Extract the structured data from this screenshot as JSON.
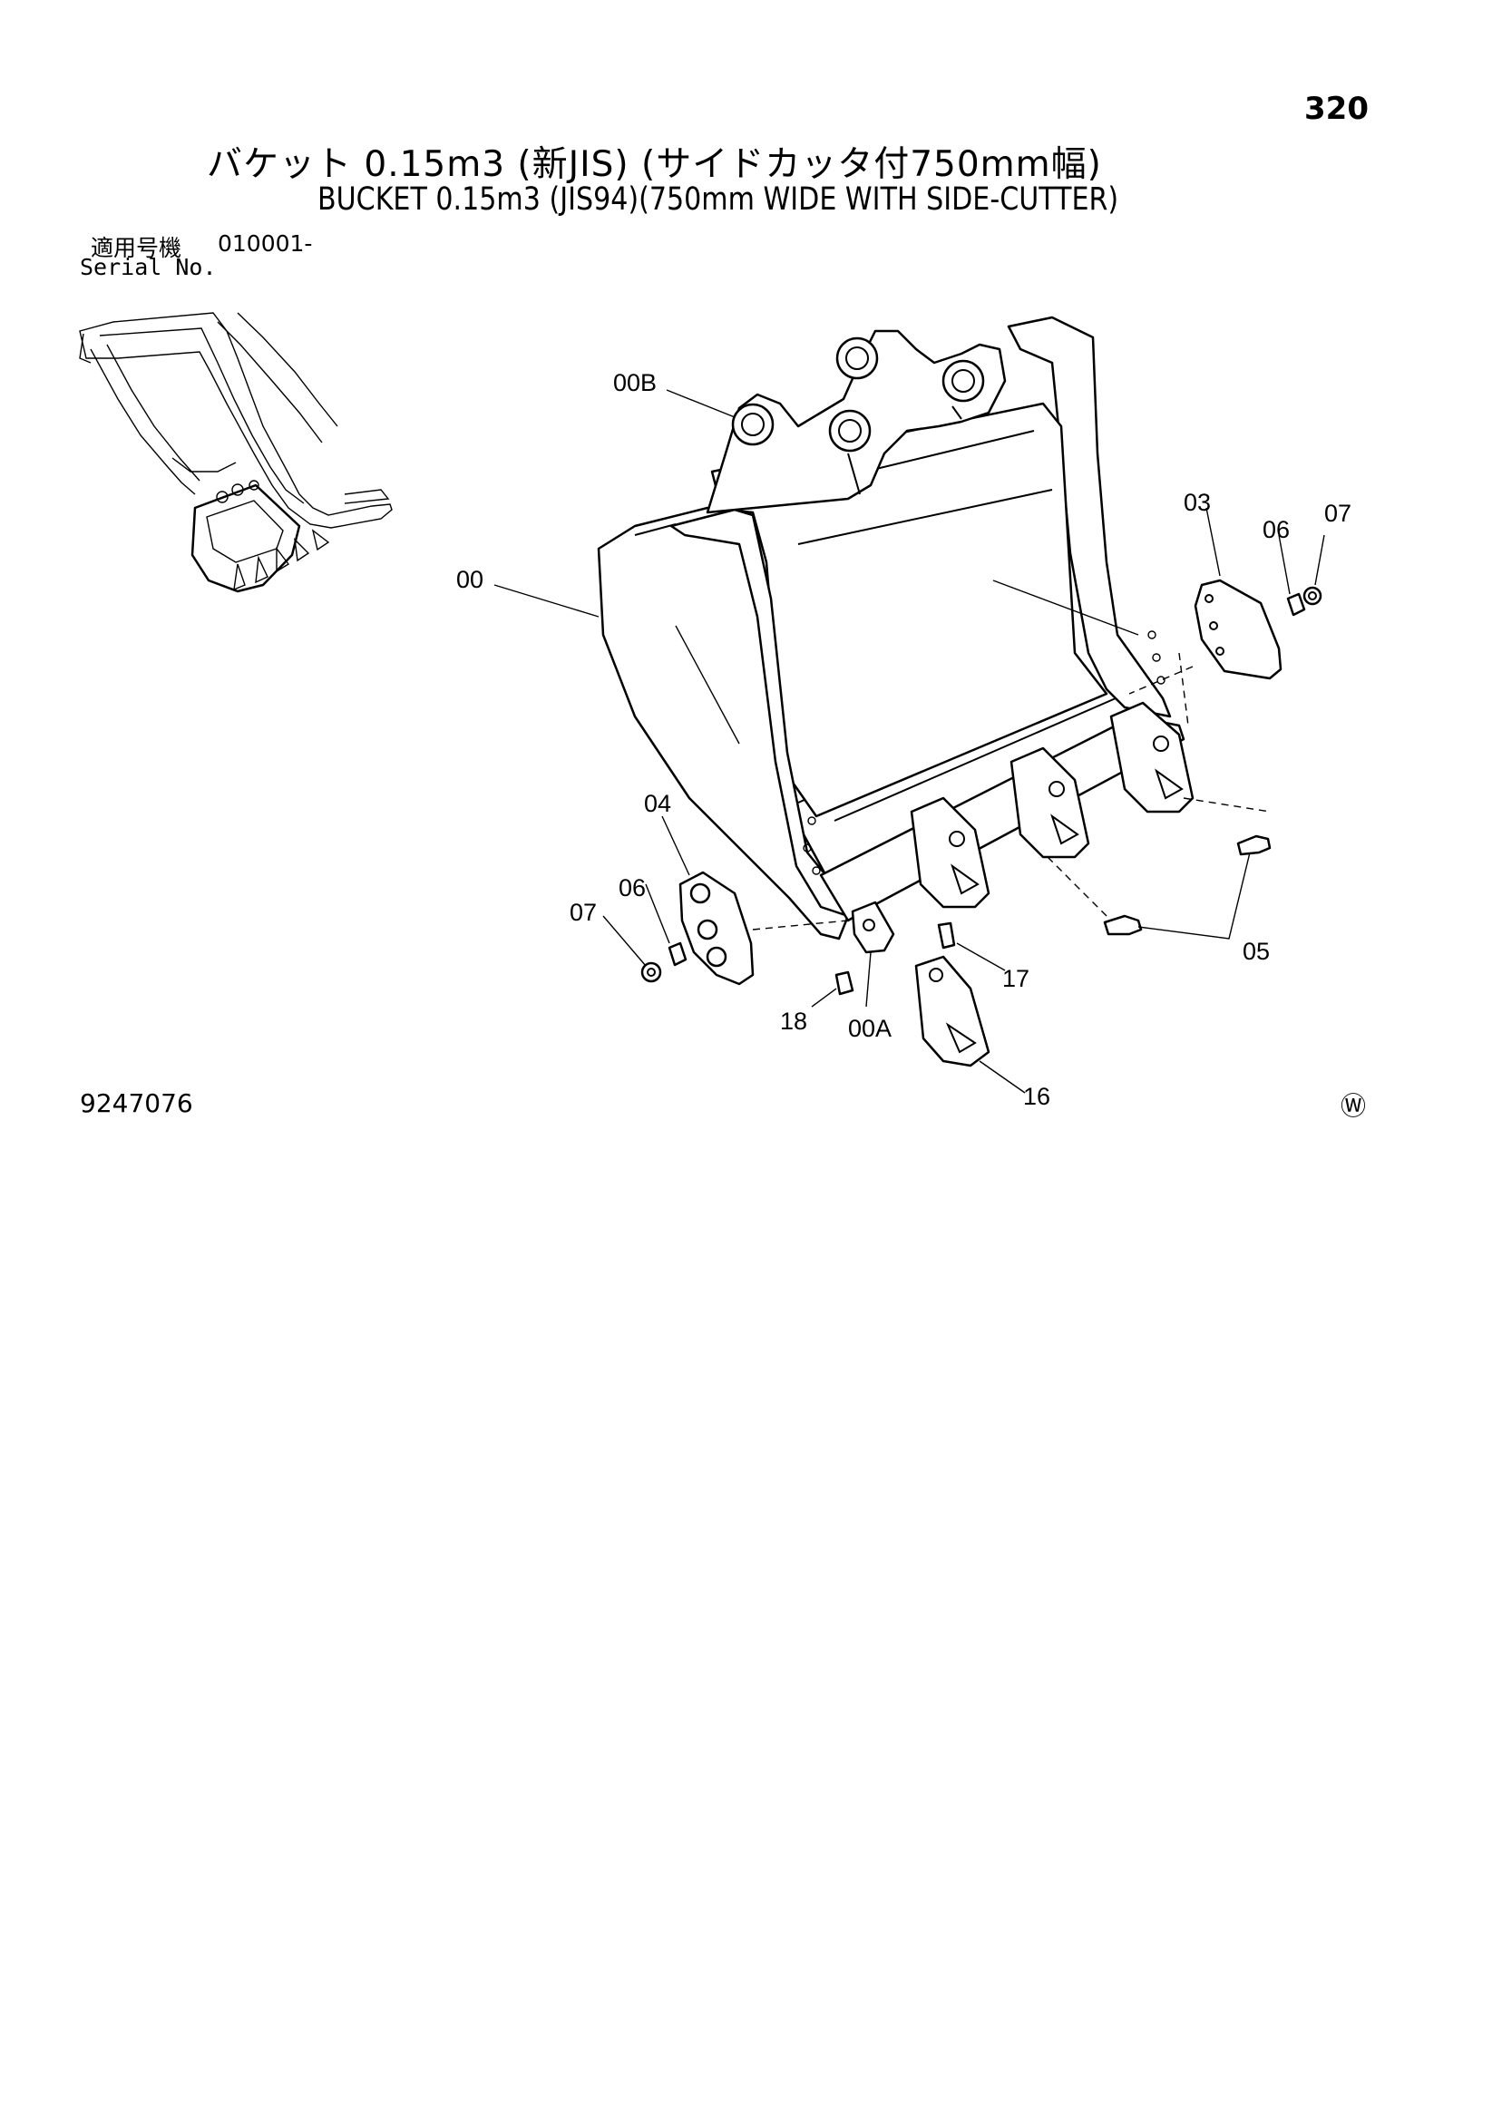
{
  "page_number": "320",
  "title_jp": "バケット 0.15m3 (新JIS) (サイドカッタ付750mm幅)",
  "title_en": "BUCKET 0.15m3 (JIS94)(750mm WIDE WITH SIDE-CUTTER)",
  "serial": {
    "label_jp": "適用号機",
    "code": "010001-",
    "label_en": "Serial No."
  },
  "drawing_number": "9247076",
  "mark": "Ⓦ",
  "callouts": {
    "p00": "00",
    "p00A": "00A",
    "p00B": "00B",
    "p03": "03",
    "p04": "04",
    "p05": "05",
    "p06_right": "06",
    "p06_left": "06",
    "p07_right": "07",
    "p07_left": "07",
    "p16": "16",
    "p17": "17",
    "p18": "18"
  }
}
